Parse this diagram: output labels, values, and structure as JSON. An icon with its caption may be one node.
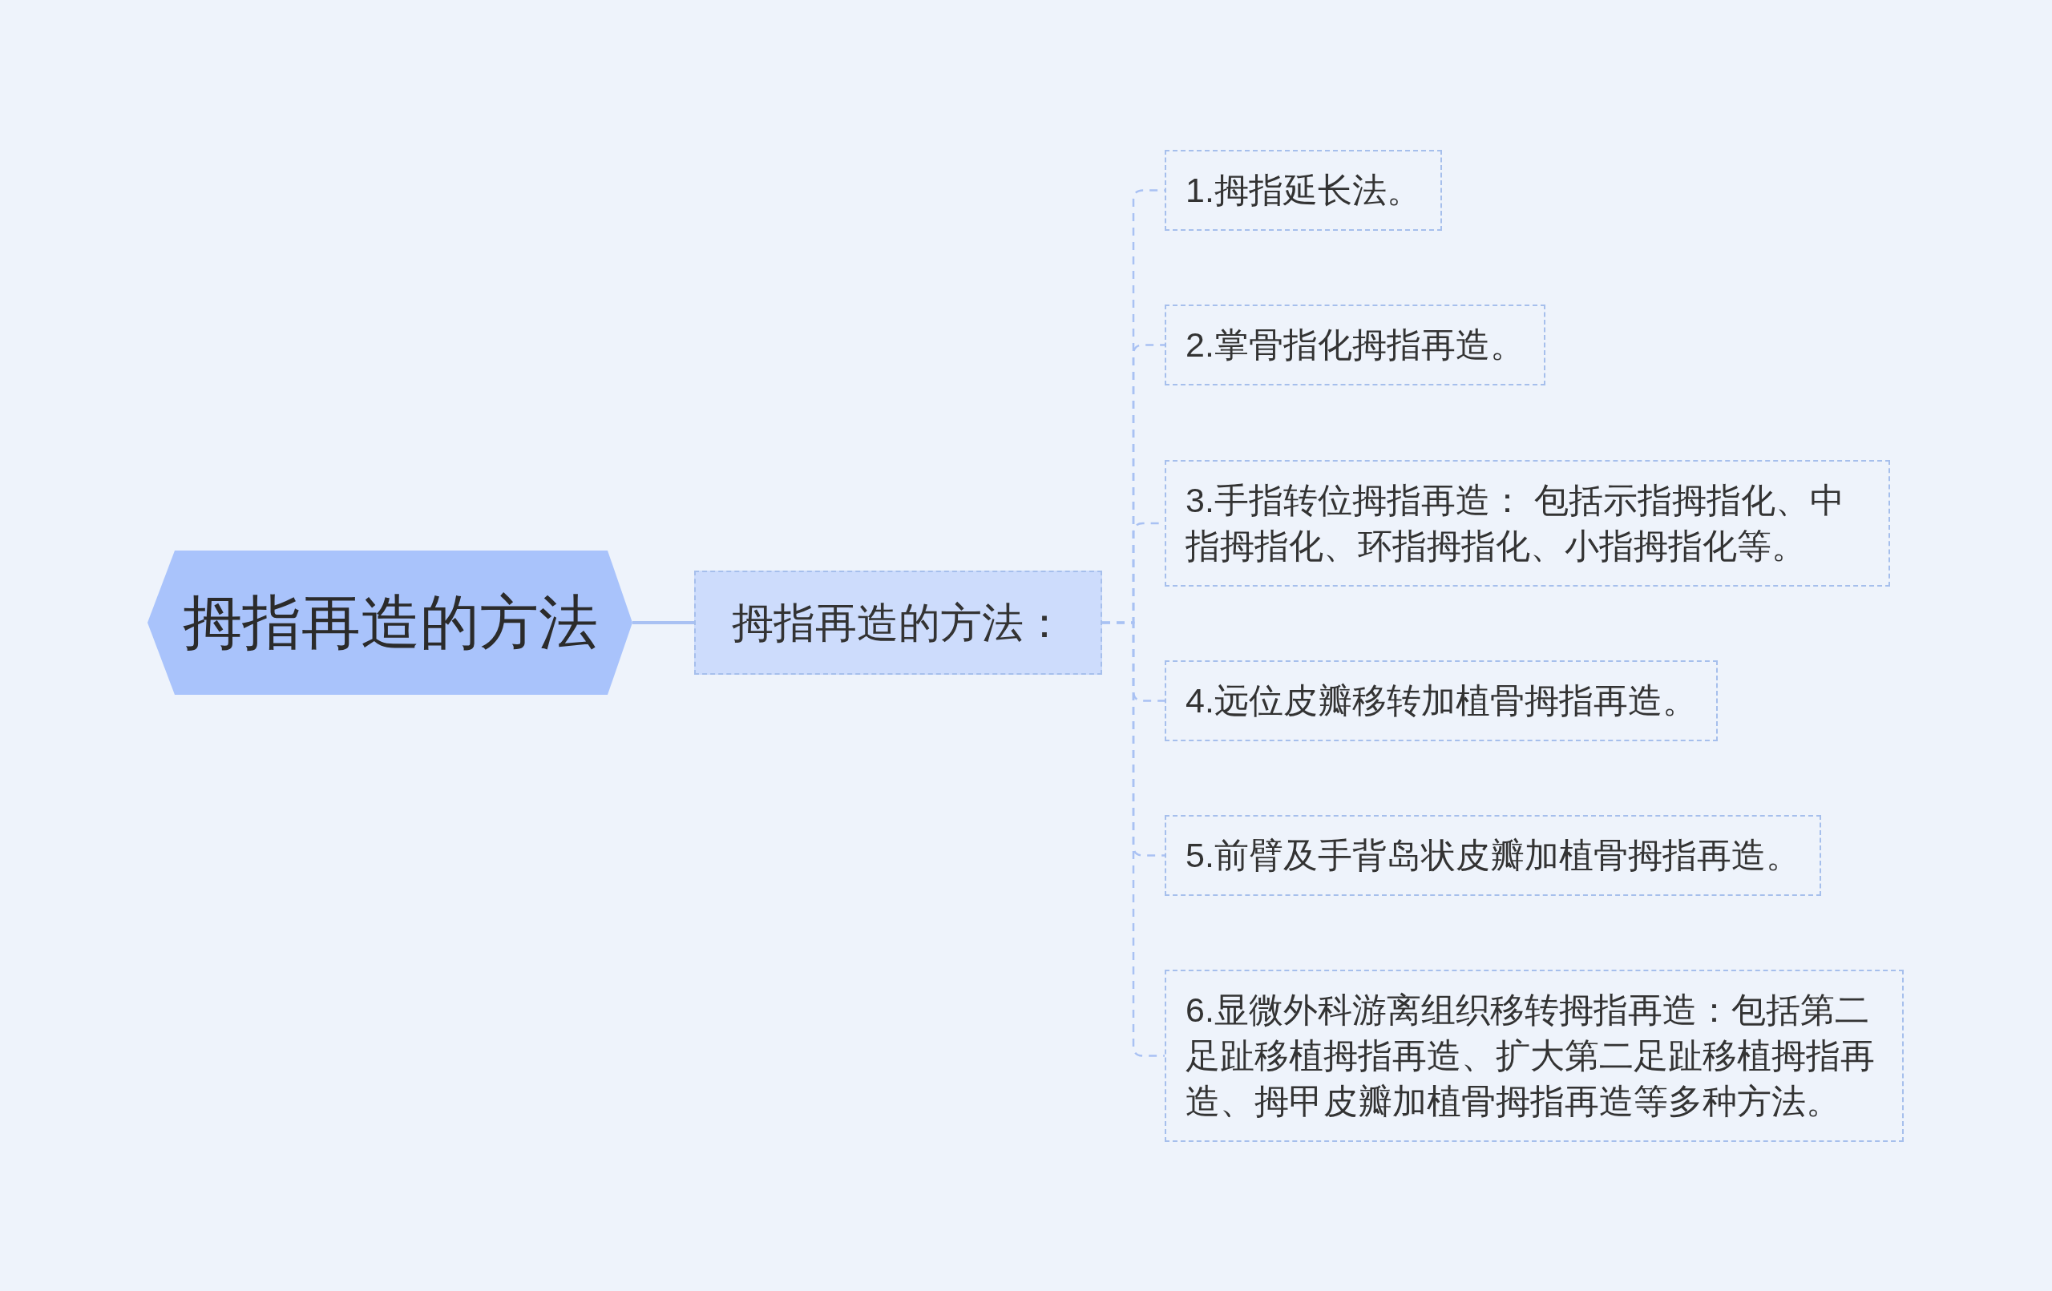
{
  "diagram": {
    "nodes": [
      {
        "text": [
          "拇指再造的方法"
        ]
      },
      {
        "text": [
          "拇指再造的方法："
        ]
      },
      {
        "text": [
          "1.拇指延长法。"
        ]
      },
      {
        "text": [
          "2.掌骨指化拇指再造。"
        ]
      },
      {
        "text": [
          "3.手指转位拇指再造： 包括示指拇指化、中指拇指化、环指拇指化、小指拇指化等。"
        ]
      },
      {
        "text": [
          "4.远位皮瓣移转加植骨拇指再造。"
        ]
      },
      {
        "text": [
          "5.前臂及手背岛状皮瓣加植骨拇指再造。"
        ]
      },
      {
        "text": [
          "6.显微外科游离组织移转拇指再造：包括第二足趾移植拇指再造、扩大第二足趾移植拇指再造、拇甲皮瓣加植骨拇指再造等多种方法。"
        ]
      }
    ],
    "edges": [
      {
        "from": 0,
        "to": 1,
        "arrow": "none"
      },
      {
        "from": 1,
        "to": 2,
        "arrow": "none",
        "style": "dashed"
      },
      {
        "from": 1,
        "to": 3,
        "arrow": "none",
        "style": "dashed"
      },
      {
        "from": 1,
        "to": 4,
        "arrow": "none",
        "style": "dashed"
      },
      {
        "from": 1,
        "to": 5,
        "arrow": "none",
        "style": "dashed"
      },
      {
        "from": 1,
        "to": 6,
        "arrow": "none",
        "style": "dashed"
      },
      {
        "from": 1,
        "to": 7,
        "arrow": "none",
        "style": "dashed"
      }
    ]
  }
}
